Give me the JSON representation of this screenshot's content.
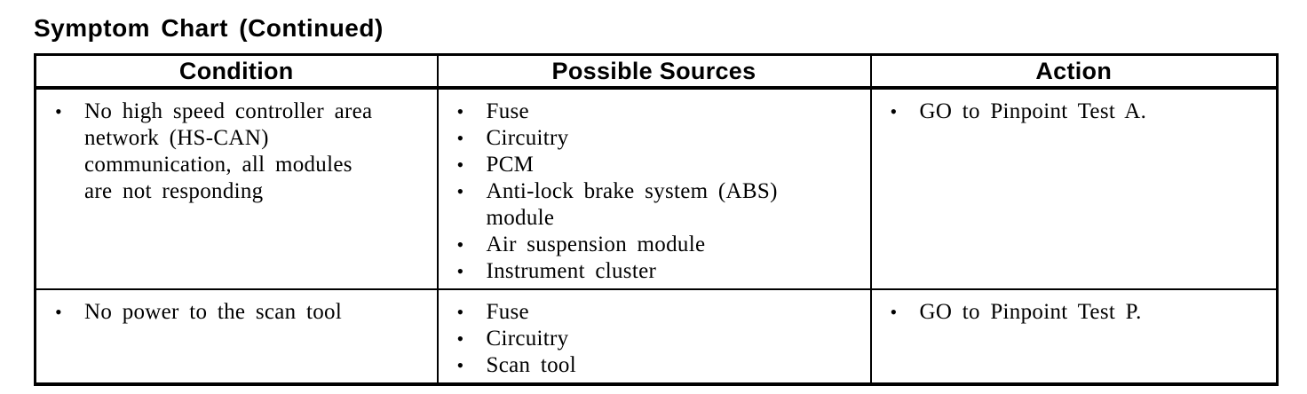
{
  "title": "Symptom Chart (Continued)",
  "bullet_glyph": "•",
  "colors": {
    "text": "#000000",
    "border": "#000000",
    "background": "#ffffff"
  },
  "table": {
    "headers": [
      "Condition",
      "Possible Sources",
      "Action"
    ],
    "rows": [
      {
        "condition": [
          [
            "No high speed controller area",
            "network (HS-CAN)",
            "communication, all modules",
            "are not responding"
          ]
        ],
        "sources": [
          [
            "Fuse"
          ],
          [
            "Circuitry"
          ],
          [
            "PCM"
          ],
          [
            "Anti-lock brake system (ABS)",
            "module"
          ],
          [
            "Air suspension module"
          ],
          [
            "Instrument cluster"
          ]
        ],
        "action": [
          [
            "GO to Pinpoint Test A."
          ]
        ]
      },
      {
        "condition": [
          [
            "No power to the scan tool"
          ]
        ],
        "sources": [
          [
            "Fuse"
          ],
          [
            "Circuitry"
          ],
          [
            "Scan tool"
          ]
        ],
        "action": [
          [
            "GO to Pinpoint Test P."
          ]
        ]
      }
    ]
  }
}
